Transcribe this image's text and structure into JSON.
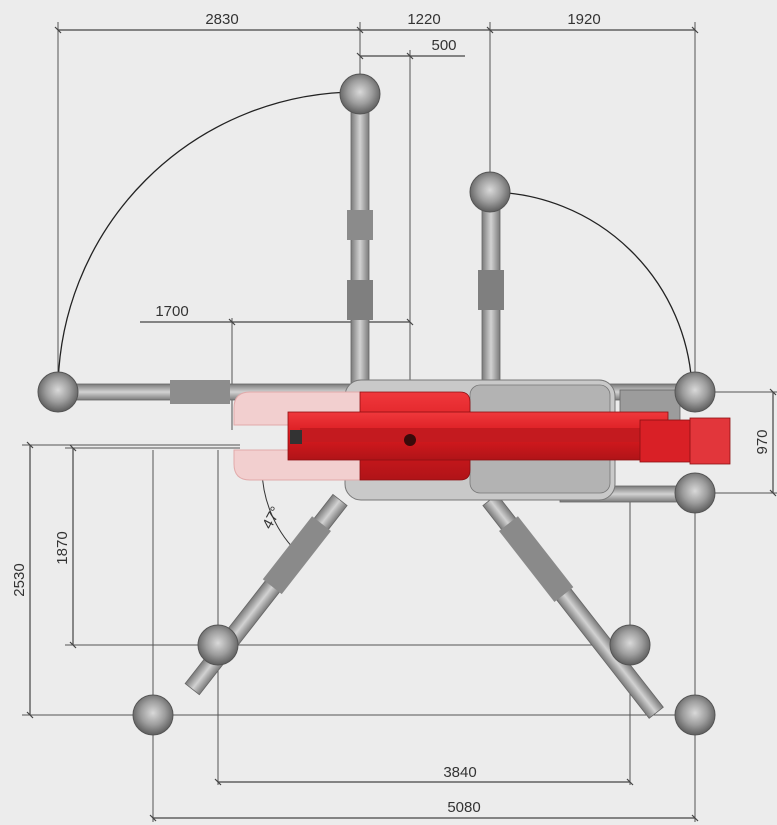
{
  "dimensions": {
    "top_left_span": "2830",
    "top_center_span": "1220",
    "top_center_offset": "500",
    "top_right_span": "1920",
    "left_inner_offset": "1700",
    "right_track_width": "970",
    "left_outer_height": "2530",
    "left_inner_height": "1870",
    "bottom_inner_width": "3840",
    "bottom_outer_width": "5080",
    "slew_angle": "47°"
  },
  "colors": {
    "background": "#ececec",
    "boom_red": "#e0262c",
    "boom_dark_red": "#b81a1e",
    "platform_pink": "#f2cfcf",
    "steel_gray": "#a9a9a9",
    "steel_dark": "#6f6f6f",
    "pad_gray": "#8f8f8f"
  }
}
